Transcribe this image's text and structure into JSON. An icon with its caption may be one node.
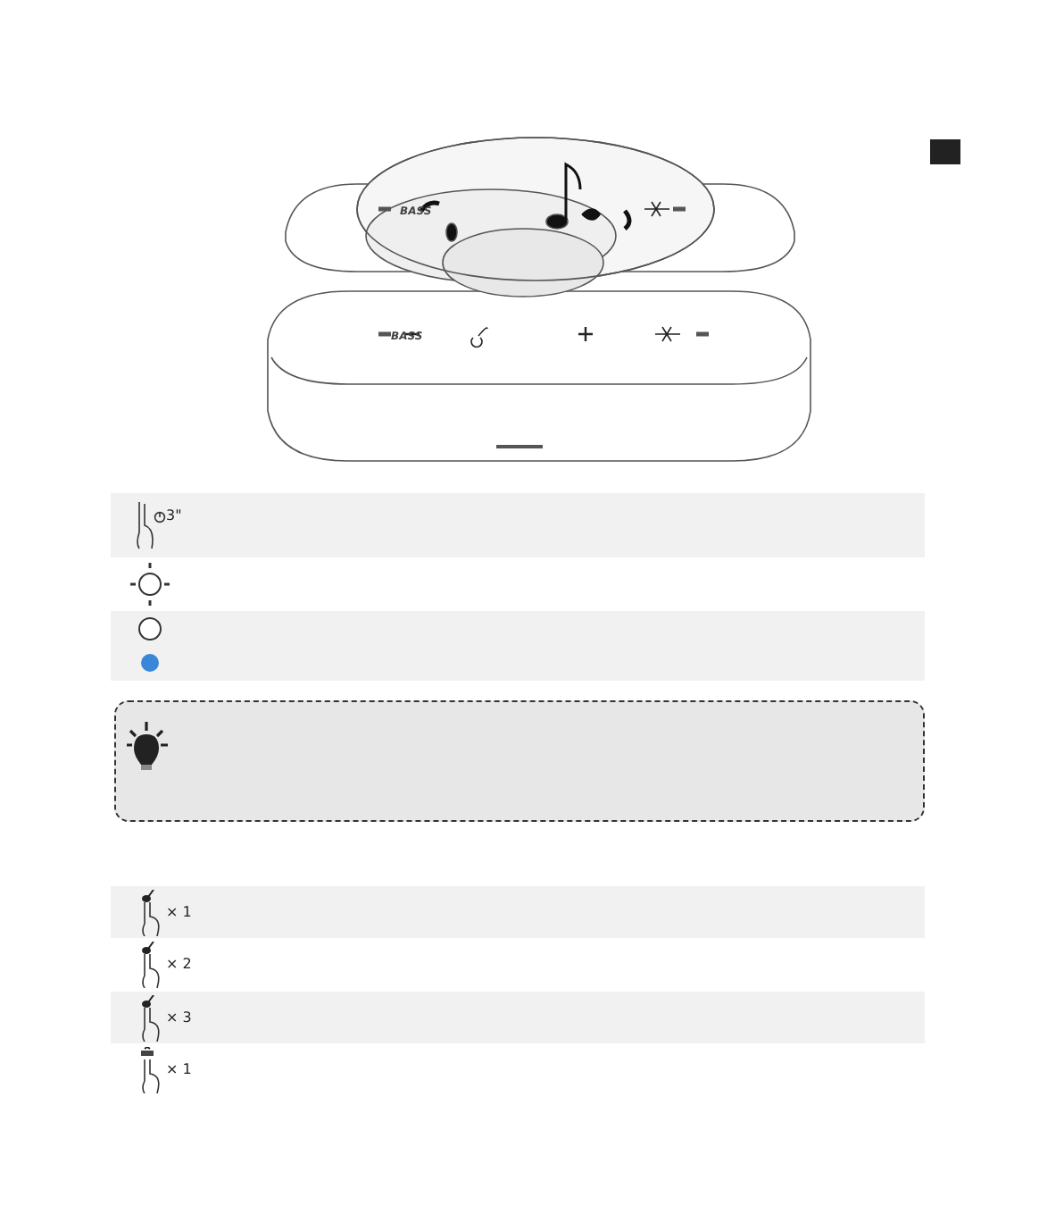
{
  "diagram": {
    "labels": [
      "BASS",
      "BASS",
      "3\"",
      "× 1",
      "× 2",
      "× 3",
      "× 1"
    ]
  }
}
